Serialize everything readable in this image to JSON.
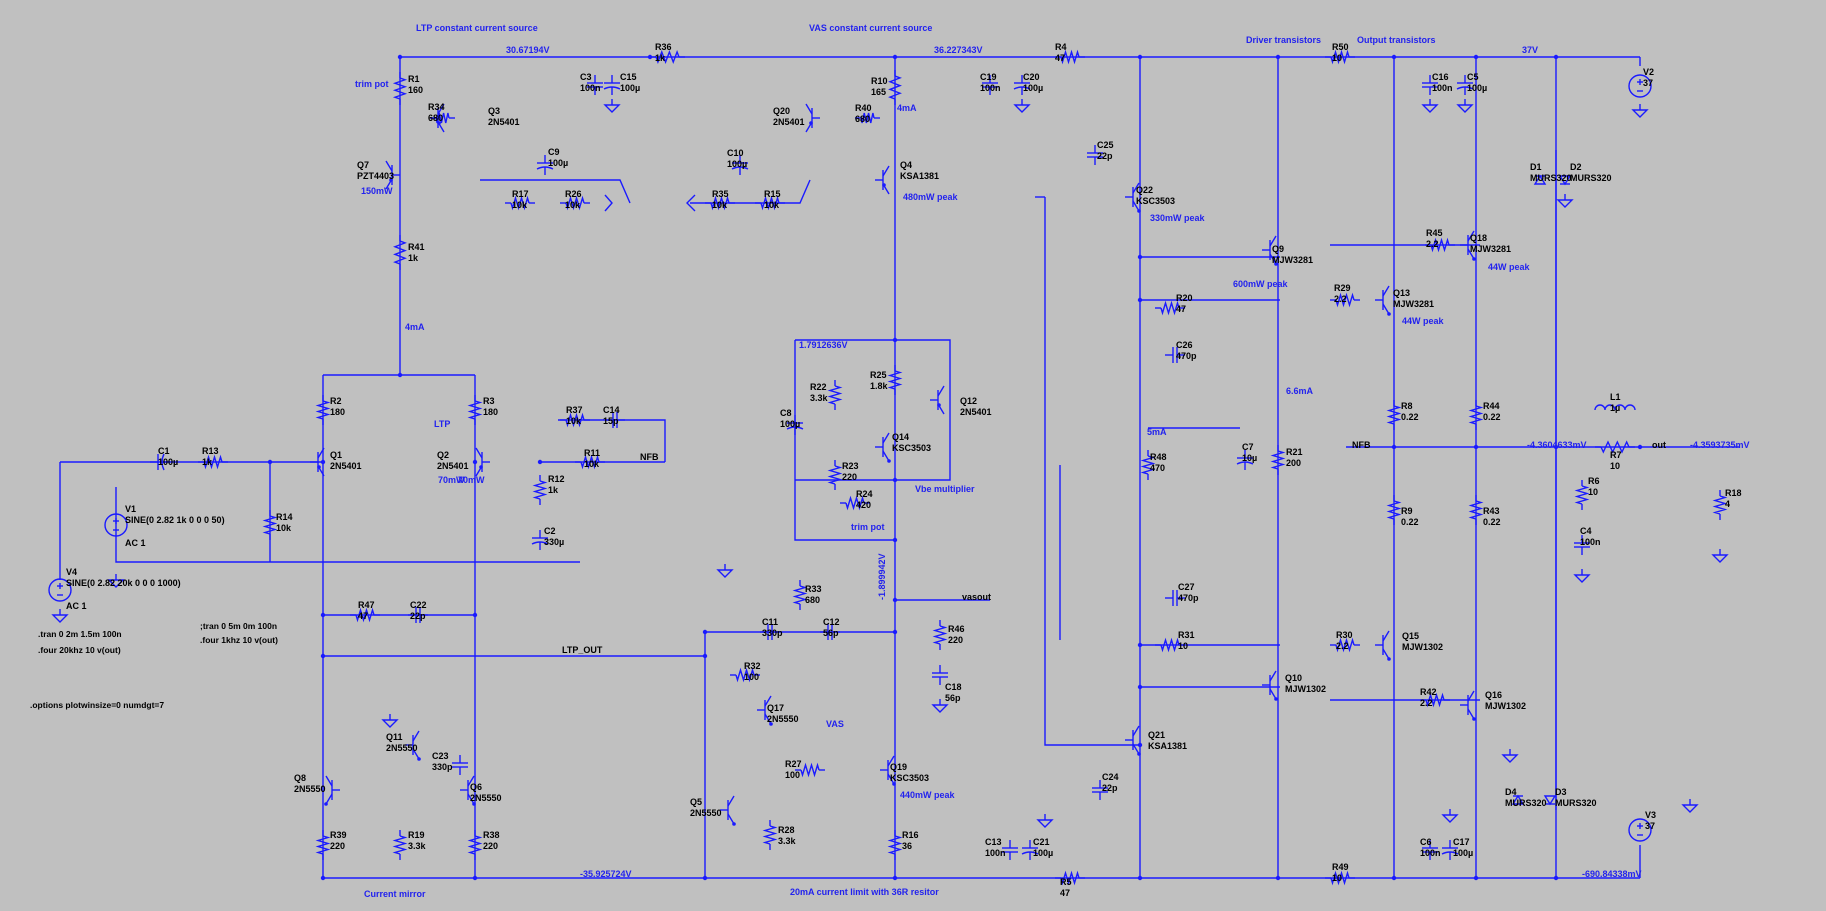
{
  "annotations": [
    {
      "text": "LTP constant current source"
    },
    {
      "text": "VAS constant current source"
    },
    {
      "text": "Driver transistors"
    },
    {
      "text": "Output transistors"
    },
    {
      "text": "trim pot"
    },
    {
      "text": "150mW"
    },
    {
      "text": "4mA"
    },
    {
      "text": "4mA"
    },
    {
      "text": "480mW peak"
    },
    {
      "text": "330mW peak"
    },
    {
      "text": "600mW peak"
    },
    {
      "text": "44W peak"
    },
    {
      "text": "44W peak"
    },
    {
      "text": "LTP"
    },
    {
      "text": "70mW"
    },
    {
      "text": "70mW"
    },
    {
      "text": "Vbe multiplier"
    },
    {
      "text": "trim pot"
    },
    {
      "text": "6.6mA"
    },
    {
      "text": "5mA"
    },
    {
      "text": "VAS"
    },
    {
      "text": "440mW peak"
    },
    {
      "text": "Current mirror"
    },
    {
      "text": "20mA current limit with 36R resitor"
    }
  ],
  "node_voltages": [
    {
      "text": "30.67194V"
    },
    {
      "text": "36.227343V"
    },
    {
      "text": "37V"
    },
    {
      "text": "1.7912636V"
    },
    {
      "text": "-1.899942V"
    },
    {
      "text": "-4.3604633mV"
    },
    {
      "text": "-4.3593735mV"
    },
    {
      "text": "-35.925724V"
    },
    {
      "text": "-690.84338mV"
    }
  ],
  "net_labels": [
    {
      "text": "NFB"
    },
    {
      "text": "NFB"
    },
    {
      "text": "vasout"
    },
    {
      "text": "LTP_OUT"
    },
    {
      "text": "out"
    }
  ],
  "directives": [
    {
      "text": ".tran 0 2m 1.5m 100n"
    },
    {
      "text": ".four 20khz 10 v(out)"
    },
    {
      "text": ";tran 0 5m 0m 100n"
    },
    {
      "text": ".four 1khz 10 v(out)"
    },
    {
      "text": ".options plotwinsize=0 numdgt=7"
    }
  ],
  "components": [
    {
      "name": "R1",
      "value": "160"
    },
    {
      "name": "R34",
      "value": "680"
    },
    {
      "name": "Q3",
      "value": "2N5401"
    },
    {
      "name": "Q7",
      "value": "PZT4403"
    },
    {
      "name": "C9",
      "value": "100µ"
    },
    {
      "name": "R17",
      "value": "10k"
    },
    {
      "name": "R26",
      "value": "10k"
    },
    {
      "name": "R41",
      "value": "1k"
    },
    {
      "name": "C3",
      "value": "100n"
    },
    {
      "name": "C15",
      "value": "100µ"
    },
    {
      "name": "R36",
      "value": "1k"
    },
    {
      "name": "Q20",
      "value": "2N5401"
    },
    {
      "name": "R40",
      "value": "680"
    },
    {
      "name": "R10",
      "value": "165"
    },
    {
      "name": "Q4",
      "value": "KSA1381"
    },
    {
      "name": "C10",
      "value": "100µ"
    },
    {
      "name": "R35",
      "value": "10k"
    },
    {
      "name": "R15",
      "value": "10k"
    },
    {
      "name": "C19",
      "value": "100n"
    },
    {
      "name": "C20",
      "value": "100µ"
    },
    {
      "name": "R4",
      "value": "47"
    },
    {
      "name": "C25",
      "value": "22p"
    },
    {
      "name": "Q22",
      "value": "KSC3503"
    },
    {
      "name": "R50",
      "value": "10"
    },
    {
      "name": "Q9",
      "value": "MJW3281"
    },
    {
      "name": "C16",
      "value": "100n"
    },
    {
      "name": "C5",
      "value": "100µ"
    },
    {
      "name": "V2",
      "value": "37"
    },
    {
      "name": "D1",
      "value": "MURS320"
    },
    {
      "name": "D2",
      "value": "MURS320"
    },
    {
      "name": "R45",
      "value": "2.2"
    },
    {
      "name": "Q18",
      "value": "MJW3281"
    },
    {
      "name": "R29",
      "value": "2.2"
    },
    {
      "name": "Q13",
      "value": "MJW3281"
    },
    {
      "name": "R20",
      "value": "47"
    },
    {
      "name": "C26",
      "value": "470p"
    },
    {
      "name": "R2",
      "value": "180"
    },
    {
      "name": "R3",
      "value": "180"
    },
    {
      "name": "C1",
      "value": "100µ"
    },
    {
      "name": "R13",
      "value": "1k"
    },
    {
      "name": "Q1",
      "value": "2N5401"
    },
    {
      "name": "Q2",
      "value": "2N5401"
    },
    {
      "name": "R37",
      "value": "10k"
    },
    {
      "name": "C14",
      "value": "15p"
    },
    {
      "name": "R11",
      "value": "10k"
    },
    {
      "name": "R12",
      "value": "1k"
    },
    {
      "name": "C2",
      "value": "330µ"
    },
    {
      "name": "V1",
      "value": "SINE(0 2.82 1k 0 0 0 50)"
    },
    {
      "name": "R14",
      "value": "10k"
    },
    {
      "name": "V4",
      "value": "SINE(0 2.82 20k 0 0 0 1000)"
    },
    {
      "name": "C8",
      "value": "100µ"
    },
    {
      "name": "R22",
      "value": "3.3k"
    },
    {
      "name": "R25",
      "value": "1.8k"
    },
    {
      "name": "Q12",
      "value": "2N5401"
    },
    {
      "name": "Q14",
      "value": "KSC3503"
    },
    {
      "name": "R23",
      "value": "220"
    },
    {
      "name": "R24",
      "value": "420"
    },
    {
      "name": "R8",
      "value": "0.22"
    },
    {
      "name": "R44",
      "value": "0.22"
    },
    {
      "name": "L1",
      "value": "1µ"
    },
    {
      "name": "R7",
      "value": "10"
    },
    {
      "name": "C7",
      "value": "10µ"
    },
    {
      "name": "R21",
      "value": "200"
    },
    {
      "name": "R48",
      "value": "470"
    },
    {
      "name": "R9",
      "value": "0.22"
    },
    {
      "name": "R43",
      "value": "0.22"
    },
    {
      "name": "R6",
      "value": "10"
    },
    {
      "name": "C4",
      "value": "100n"
    },
    {
      "name": "R18",
      "value": "4"
    },
    {
      "name": "R47",
      "value": "47"
    },
    {
      "name": "C22",
      "value": "22p"
    },
    {
      "name": "R33",
      "value": "680"
    },
    {
      "name": "C11",
      "value": "330p"
    },
    {
      "name": "C12",
      "value": "56p"
    },
    {
      "name": "R46",
      "value": "220"
    },
    {
      "name": "C18",
      "value": "56p"
    },
    {
      "name": "C27",
      "value": "470p"
    },
    {
      "name": "R31",
      "value": "10"
    },
    {
      "name": "R30",
      "value": "2.2"
    },
    {
      "name": "Q15",
      "value": "MJW1302"
    },
    {
      "name": "Q10",
      "value": "MJW1302"
    },
    {
      "name": "R42",
      "value": "2.2"
    },
    {
      "name": "Q16",
      "value": "MJW1302"
    },
    {
      "name": "R32",
      "value": "100"
    },
    {
      "name": "Q17",
      "value": "2N5550"
    },
    {
      "name": "Q11",
      "value": "2N5550"
    },
    {
      "name": "C23",
      "value": "330p"
    },
    {
      "name": "Q8",
      "value": "2N5550"
    },
    {
      "name": "Q6",
      "value": "2N5550"
    },
    {
      "name": "R27",
      "value": "100"
    },
    {
      "name": "Q19",
      "value": "KSC3503"
    },
    {
      "name": "Q21",
      "value": "KSA1381"
    },
    {
      "name": "C24",
      "value": "22p"
    },
    {
      "name": "Q5",
      "value": "2N5550"
    },
    {
      "name": "R28",
      "value": "3.3k"
    },
    {
      "name": "R16",
      "value": "36"
    },
    {
      "name": "R39",
      "value": "220"
    },
    {
      "name": "R19",
      "value": "3.3k"
    },
    {
      "name": "R38",
      "value": "220"
    },
    {
      "name": "C13",
      "value": "100n"
    },
    {
      "name": "C21",
      "value": "100µ"
    },
    {
      "name": "R5",
      "value": "47"
    },
    {
      "name": "R49",
      "value": "10"
    },
    {
      "name": "D4",
      "value": "MURS320"
    },
    {
      "name": "D3",
      "value": "MURS320"
    },
    {
      "name": "C6",
      "value": "100n"
    },
    {
      "name": "C17",
      "value": "100µ"
    },
    {
      "name": "V3",
      "value": "37"
    }
  ],
  "v_extra": {
    "v1_ac": "AC 1",
    "v4_ac": "AC 1"
  },
  "colors": {
    "background": "#c0c0c0",
    "wire": "#1a1aff",
    "label": "#000000",
    "annotation": "#2222ee"
  }
}
